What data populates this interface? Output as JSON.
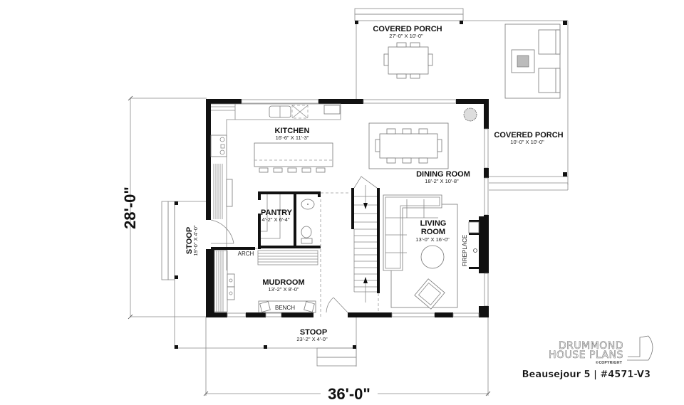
{
  "plan": {
    "title": "Beausejour 5 | #4571-V3",
    "overall_width": "36'-0\"",
    "overall_depth": "28'-0\""
  },
  "branding": {
    "line1": "DRUMMOND",
    "line2": "HOUSE PLANS",
    "copyright": "©COPYRIGHT"
  },
  "rooms": {
    "covered_porch_top": {
      "name": "COVERED PORCH",
      "dims": "27'-0\" X 10'-0\""
    },
    "covered_porch_right": {
      "name": "COVERED PORCH",
      "dims": "10'-0\" X 10'-0\""
    },
    "kitchen": {
      "name": "KITCHEN",
      "dims": "16'-6\" X 11'-3\""
    },
    "dining_room": {
      "name": "DINING ROOM",
      "dims": "18'-2\" X 10'-8\""
    },
    "pantry": {
      "name": "PANTRY",
      "dims": "4'-2\" X 6'-4\""
    },
    "living_room": {
      "name_line1": "LIVING",
      "name_line2": "ROOM",
      "dims": "13'-0\" X 16'-0\""
    },
    "mudroom": {
      "name": "MUDROOM",
      "dims": "13'-2\" X 8'-0\""
    },
    "stoop_side": {
      "name": "STOOP",
      "dims": "19'-0\" X 4'-0\""
    },
    "stoop_front": {
      "name": "STOOP",
      "dims": "23'-2\" X 4'-0\""
    }
  },
  "labels": {
    "arch": "ARCH",
    "bench": "BENCH",
    "fireplace": "FIREPLACE"
  }
}
